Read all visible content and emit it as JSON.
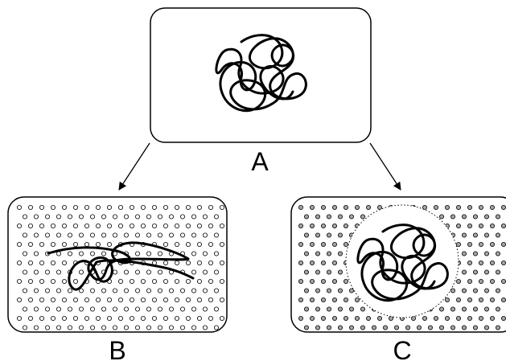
{
  "labels": {
    "a": "A",
    "b": "B",
    "c": "C"
  },
  "colors": {
    "stroke": "#000000",
    "background": "#ffffff",
    "solvent_b_fill": "#ffffff",
    "solvent_c_fill": "#a6a6a6"
  }
}
